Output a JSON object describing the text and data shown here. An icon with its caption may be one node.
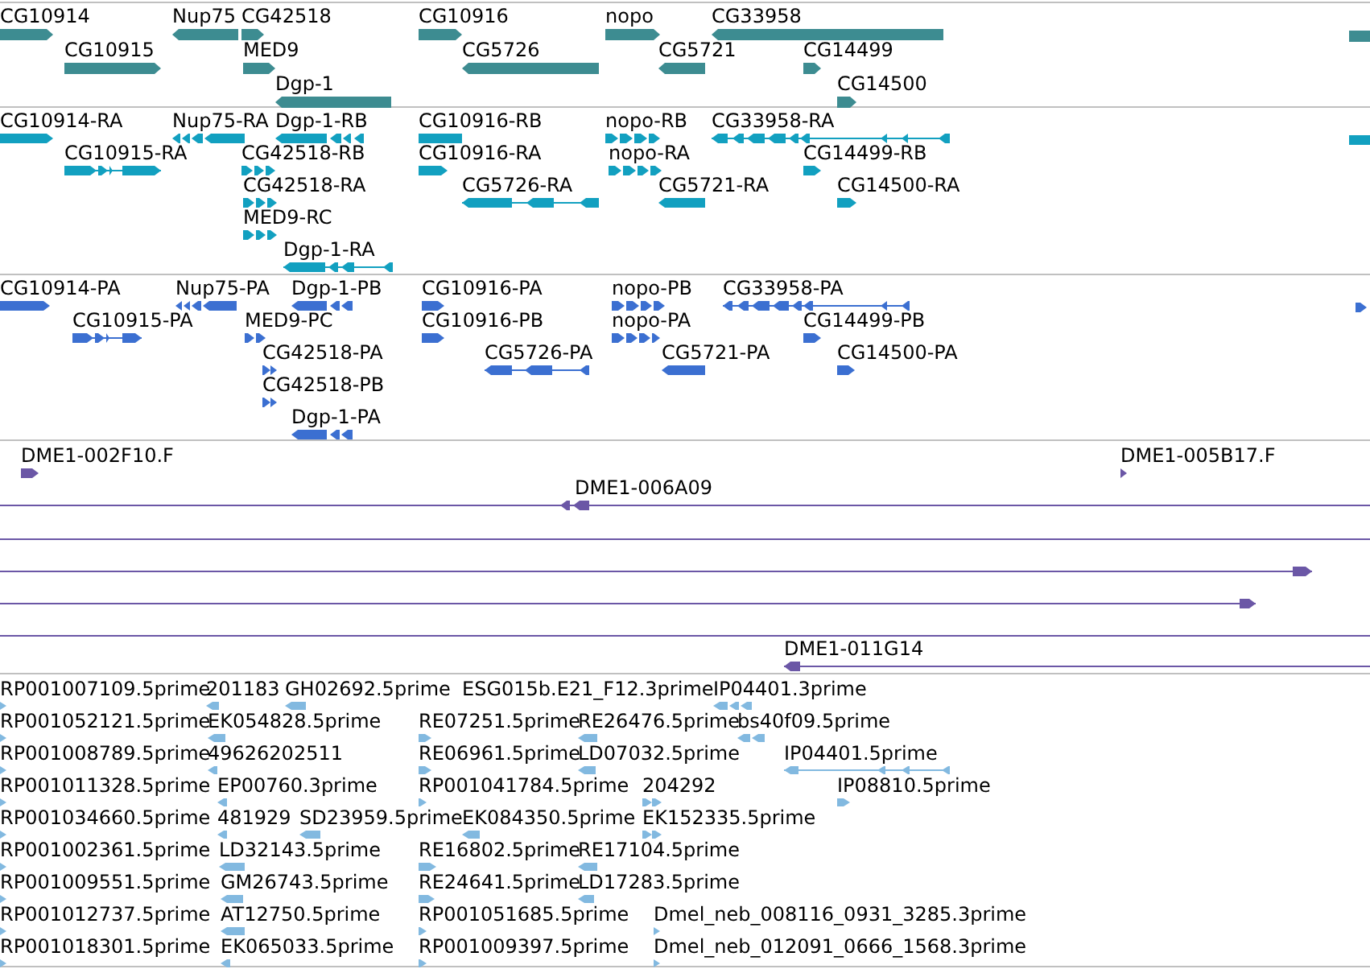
{
  "diagram": {
    "nodes": [
      {
        "text": [
          "CG10914"
        ]
      },
      {
        "text": [
          "Nup75"
        ]
      },
      {
        "text": [
          "CG42518"
        ]
      },
      {
        "text": [
          "CG10916"
        ]
      },
      {
        "text": [
          "nopo"
        ]
      },
      {
        "text": [
          "CG33958"
        ]
      },
      {
        "text": [],
        "shape": "bar"
      },
      {
        "text": [
          "CG10915"
        ]
      },
      {
        "text": [
          "MED9"
        ]
      },
      {
        "text": [
          "CG5726"
        ]
      },
      {
        "text": [
          "CG5721"
        ]
      },
      {
        "text": [
          "CG14499"
        ]
      },
      {
        "text": [
          "Dgp-1"
        ]
      },
      {
        "text": [
          "CG14500"
        ]
      },
      {
        "text": [
          "CG10914-RA"
        ]
      },
      {
        "text": [
          "Nup75-RA"
        ]
      },
      {
        "text": [
          "Dgp-1-RB"
        ]
      },
      {
        "text": [
          "CG10916-RB"
        ]
      },
      {
        "text": [
          "nopo-RB"
        ]
      },
      {
        "text": [
          "CG33958-RA"
        ]
      },
      {
        "text": [],
        "shape": "bar"
      },
      {
        "text": [
          "CG10915-RA"
        ]
      },
      {
        "text": [
          "CG42518-RB"
        ]
      },
      {
        "text": [
          "CG10916-RA"
        ]
      },
      {
        "text": [
          "nopo-RA"
        ]
      },
      {
        "text": [
          "CG14499-RB"
        ]
      },
      {
        "text": [
          "CG42518-RA"
        ]
      },
      {
        "text": [
          "CG5726-RA"
        ]
      },
      {
        "text": [
          "CG5721-RA"
        ]
      },
      {
        "text": [
          "CG14500-RA"
        ]
      },
      {
        "text": [
          "MED9-RC"
        ]
      },
      {
        "text": [
          "Dgp-1-RA"
        ]
      },
      {
        "text": [
          "CG10914-PA"
        ]
      },
      {
        "text": [
          "Nup75-PA"
        ]
      },
      {
        "text": [
          "Dgp-1-PB"
        ]
      },
      {
        "text": [
          "CG10916-PA"
        ]
      },
      {
        "text": [
          "nopo-PB"
        ]
      },
      {
        "text": [
          "CG33958-PA"
        ]
      },
      {
        "text": [],
        "shape": "arrow"
      },
      {
        "text": [
          "CG10915-PA"
        ]
      },
      {
        "text": [
          "MED9-PC"
        ]
      },
      {
        "text": [
          "CG10916-PB"
        ]
      },
      {
        "text": [
          "nopo-PA"
        ]
      },
      {
        "text": [
          "CG14499-PB"
        ]
      },
      {
        "text": [
          "CG42518-PA"
        ]
      },
      {
        "text": [
          "CG5726-PA"
        ]
      },
      {
        "text": [
          "CG5721-PA"
        ]
      },
      {
        "text": [
          "CG14500-PA"
        ]
      },
      {
        "text": [
          "CG42518-PB"
        ]
      },
      {
        "text": [
          "Dgp-1-PA"
        ]
      },
      {
        "text": [
          "DME1-002F10.F"
        ]
      },
      {
        "text": [
          "DME1-005B17.F"
        ]
      },
      {
        "text": [
          "DME1-006A09"
        ]
      },
      {
        "text": [],
        "shape": "line"
      },
      {
        "text": [],
        "shape": "arrow"
      },
      {
        "text": [],
        "shape": "arrow"
      },
      {
        "text": [],
        "shape": "line"
      },
      {
        "text": [
          "DME1-011G14"
        ]
      },
      {
        "text": [
          "RP001007109.5prime"
        ]
      },
      {
        "text": [
          "201183"
        ]
      },
      {
        "text": [
          "GH02692.5prime"
        ]
      },
      {
        "text": [
          "ESG015b.E21_F12.3prime"
        ]
      },
      {
        "text": [
          "IP04401.3prime"
        ]
      },
      {
        "text": [
          "RP001052121.5prime"
        ]
      },
      {
        "text": [
          "EK054828.5prime"
        ]
      },
      {
        "text": [
          "RE07251.5prime"
        ]
      },
      {
        "text": [
          "RE26476.5prime"
        ]
      },
      {
        "text": [
          "bs40f09.5prime"
        ]
      },
      {
        "text": [
          "RP001008789.5prime"
        ]
      },
      {
        "text": [
          "49626202511"
        ]
      },
      {
        "text": [
          "RE06961.5prime"
        ]
      },
      {
        "text": [
          "LD07032.5prime"
        ]
      },
      {
        "text": [
          "IP04401.5prime"
        ]
      },
      {
        "text": [
          "RP001011328.5prime"
        ]
      },
      {
        "text": [
          "EP00760.3prime"
        ]
      },
      {
        "text": [
          "RP001041784.5prime"
        ]
      },
      {
        "text": [
          "204292"
        ]
      },
      {
        "text": [
          "IP08810.5prime"
        ]
      },
      {
        "text": [
          "RP001034660.5prime"
        ]
      },
      {
        "text": [
          "481929"
        ]
      },
      {
        "text": [
          "SD23959.5prime"
        ]
      },
      {
        "text": [
          "EK084350.5prime"
        ]
      },
      {
        "text": [
          "EK152335.5prime"
        ]
      },
      {
        "text": [
          "RP001002361.5prime"
        ]
      },
      {
        "text": [
          "LD32143.5prime"
        ]
      },
      {
        "text": [
          "RE16802.5prime"
        ]
      },
      {
        "text": [
          "RE17104.5prime"
        ]
      },
      {
        "text": [
          "RP001009551.5prime"
        ]
      },
      {
        "text": [
          "GM26743.5prime"
        ]
      },
      {
        "text": [
          "RE24641.5prime"
        ]
      },
      {
        "text": [
          "LD17283.5prime"
        ]
      },
      {
        "text": [
          "RP001012737.5prime"
        ]
      },
      {
        "text": [
          "AT12750.5prime"
        ]
      },
      {
        "text": [
          "RP001051685.5prime"
        ]
      },
      {
        "text": [
          "Dmel_neb_008116_0931_3285.3prime"
        ]
      },
      {
        "text": [
          "RP001018301.5prime"
        ]
      },
      {
        "text": [
          "EK065033.5prime"
        ]
      },
      {
        "text": [
          "RP001009397.5prime"
        ]
      },
      {
        "text": [
          "Dmel_neb_012091_0666_1568.3prime"
        ]
      }
    ]
  }
}
